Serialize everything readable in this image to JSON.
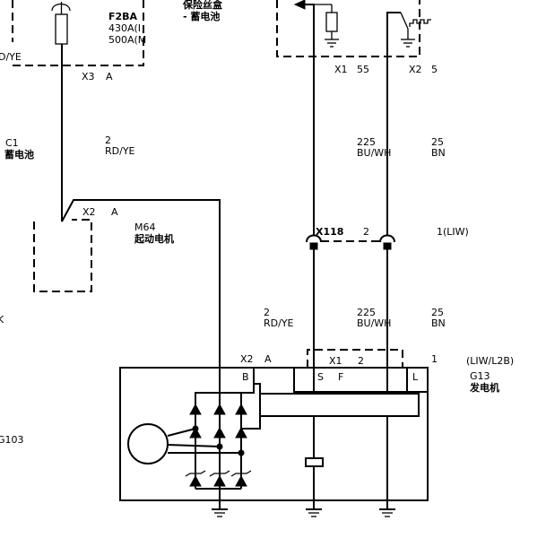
{
  "fuse_box": {
    "fuse_id": "F2BA",
    "rating_1": "430A(I",
    "rating_2": "500A(M",
    "edge_text": "D/YE",
    "conn": "X3",
    "pin": "A",
    "title_1": "保险丝盒",
    "title_2": "- 蓄电池"
  },
  "battery": {
    "id": "C1",
    "name": "蓄电池"
  },
  "wire_battery": {
    "num": "2",
    "color": "RD/YE"
  },
  "starter": {
    "conn": "X2",
    "pin": "A",
    "id": "M64",
    "name": "起动电机"
  },
  "module": {
    "conn1": "X1",
    "pin1": "55",
    "conn2": "X2",
    "pin2": "5"
  },
  "wire_upper_left": {
    "num": "225",
    "color": "BU/WH"
  },
  "wire_upper_right": {
    "num": "25",
    "color": "BN"
  },
  "inline_conn": {
    "id": "X118",
    "pin_mid": "2",
    "pin_right": "1(LIW)"
  },
  "edge_left_mid": "K",
  "edge_left_bottom": "G103",
  "wire_gen_b": {
    "num": "2",
    "color": "RD/YE"
  },
  "wire_lower_left": {
    "num": "225",
    "color": "BU/WH"
  },
  "wire_lower_right": {
    "num": "25",
    "color": "BN"
  },
  "generator": {
    "conn_b": "X2",
    "pin_b": "A",
    "conn_sf": "X1",
    "pin_sf": "2",
    "pin_l": "1",
    "variant": "(LIW/L2B)",
    "id": "G13",
    "name": "发电机",
    "term_b": "B",
    "term_s": "S",
    "term_f": "F",
    "term_l": "L"
  }
}
